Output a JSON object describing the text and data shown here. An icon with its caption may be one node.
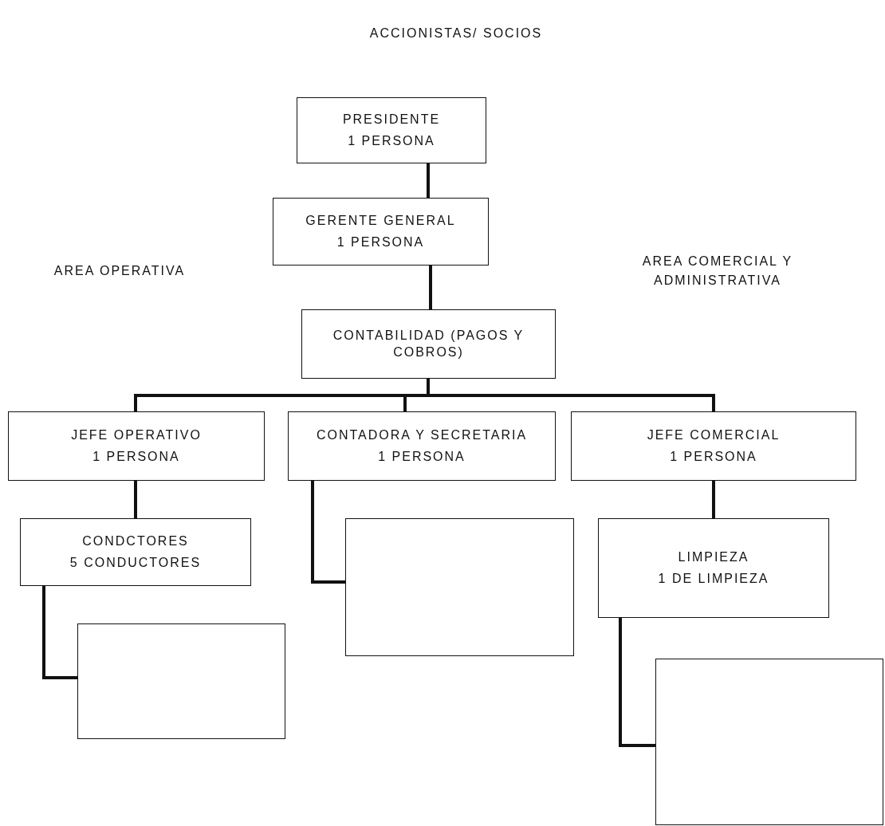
{
  "diagram": {
    "title": "ACCIONISTAS/ SOCIOS",
    "nodes": [
      {
        "text": [
          "PRESIDENTE",
          "1 PERSONA"
        ]
      },
      {
        "text": [
          "GERENTE GENERAL",
          "1 PERSONA"
        ]
      },
      {
        "text": [
          "CONTABILIDAD (PAGOS Y COBROS)"
        ]
      },
      {
        "text": [
          "JEFE OPERATIVO",
          "1 PERSONA"
        ]
      },
      {
        "text": [
          "CONTADORA Y SECRETARIA",
          "1 PERSONA"
        ]
      },
      {
        "text": [
          "JEFE COMERCIAL",
          "1 PERSONA"
        ]
      },
      {
        "text": [
          "CONDCTORES",
          "5 CONDUCTORES"
        ]
      },
      {
        "text": [],
        "shape": "box"
      },
      {
        "text": [
          "LIMPIEZA",
          "1 DE LIMPIEZA"
        ]
      },
      {
        "text": [],
        "shape": "box"
      },
      {
        "text": [],
        "shape": "box"
      }
    ],
    "edges": [
      {
        "from": 0,
        "to": 1,
        "arrow": "none"
      },
      {
        "from": 1,
        "to": 2,
        "arrow": "none"
      },
      {
        "from": 2,
        "to": 3,
        "arrow": "none"
      },
      {
        "from": 2,
        "to": 4,
        "arrow": "none"
      },
      {
        "from": 2,
        "to": 5,
        "arrow": "none"
      },
      {
        "from": 3,
        "to": 6,
        "arrow": "none"
      },
      {
        "from": 4,
        "to": 7,
        "arrow": "none"
      },
      {
        "from": 5,
        "to": 8,
        "arrow": "none"
      },
      {
        "from": 6,
        "to": 9,
        "arrow": "none"
      },
      {
        "from": 8,
        "to": 10,
        "arrow": "none"
      }
    ],
    "labels": [
      "AREA OPERATIVA",
      "AREA COMERCIAL Y ADMINISTRATIVA"
    ]
  }
}
